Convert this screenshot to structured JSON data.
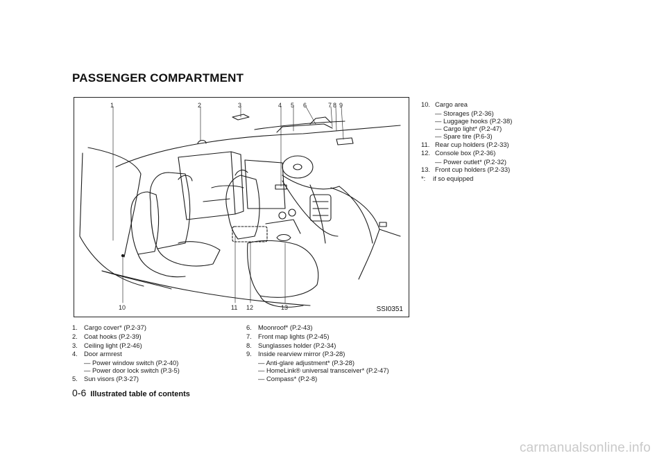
{
  "heading": "PASSENGER COMPARTMENT",
  "figure": {
    "code": "SSI0351",
    "callouts": [
      "1",
      "2",
      "3",
      "4",
      "5",
      "6",
      "7",
      "8",
      "9",
      "10",
      "11",
      "12",
      "13"
    ]
  },
  "list_left": [
    {
      "num": "1.",
      "text": "Cargo cover* (P.2-37)",
      "subs": []
    },
    {
      "num": "2.",
      "text": "Coat hooks (P.2-39)",
      "subs": []
    },
    {
      "num": "3.",
      "text": "Ceiling light (P.2-46)",
      "subs": []
    },
    {
      "num": "4.",
      "text": "Door armrest",
      "subs": [
        "— Power window switch (P.2-40)",
        "— Power door lock switch (P.3-5)"
      ]
    },
    {
      "num": "5.",
      "text": "Sun visors (P.3-27)",
      "subs": []
    }
  ],
  "list_mid": [
    {
      "num": "6.",
      "text": "Moonroof* (P.2-43)",
      "subs": []
    },
    {
      "num": "7.",
      "text": "Front map lights (P.2-45)",
      "subs": []
    },
    {
      "num": "8.",
      "text": "Sunglasses holder (P.2-34)",
      "subs": []
    },
    {
      "num": "9.",
      "text": "Inside rearview mirror (P.3-28)",
      "subs": [
        "— Anti-glare adjustment* (P.3-28)",
        "— HomeLink® universal transceiver* (P.2-47)",
        "— Compass* (P.2-8)"
      ]
    }
  ],
  "list_right": [
    {
      "num": "10.",
      "text": "Cargo area",
      "subs": [
        "— Storages (P.2-36)",
        "— Luggage hooks (P.2-38)",
        "— Cargo light* (P.2-47)",
        "— Spare tire (P.6-3)"
      ]
    },
    {
      "num": "11.",
      "text": "Rear cup holders (P.2-33)",
      "subs": []
    },
    {
      "num": "12.",
      "text": "Console box (P.2-36)",
      "subs": [
        "— Power outlet* (P.2-32)"
      ]
    },
    {
      "num": "13.",
      "text": "Front cup holders (P.2-33)",
      "subs": []
    },
    {
      "num": "*:",
      "text": "if so equipped",
      "subs": []
    }
  ],
  "footer": {
    "page": "0-6",
    "section": "Illustrated table of contents"
  },
  "watermark": "carmanualsonline.info"
}
